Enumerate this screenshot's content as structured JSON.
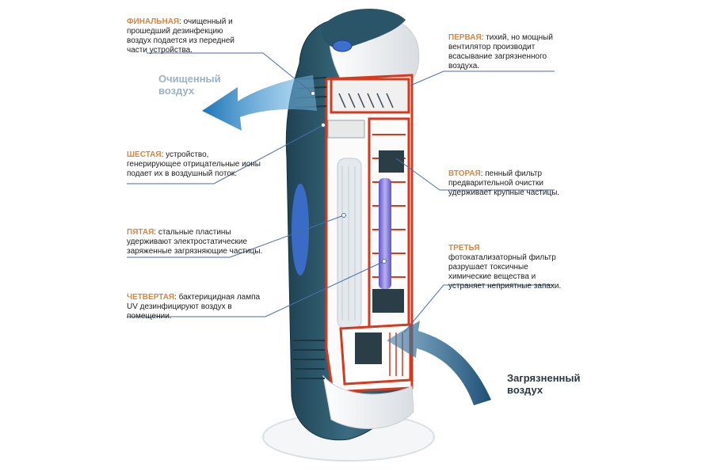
{
  "callouts": {
    "final": {
      "title": "ФИНАЛЬНАЯ",
      "text": ": очищенный и прошедший дезинфекцию воздух подается из передней части устройства."
    },
    "first": {
      "title": "ПЕРВАЯ",
      "text": ": тихий, но мощный вентилятор производит всасывание загрязненного воздуха."
    },
    "sixth": {
      "title": "ШЕСТАЯ",
      "text": ": устройство, генерирующее отрицательные ионы подает их в воздушный поток."
    },
    "second": {
      "title": "ВТОРАЯ",
      "text": ": пенный фильтр предварительной очистки удерживает крупные частицы."
    },
    "fifth": {
      "title": "ПЯТАЯ",
      "text": ": стальные пластины удерживают электростатические заряженные загрязняющие частицы."
    },
    "third": {
      "title": "ТРЕТЬЯ",
      "text": "фотокатализаторный фильтр разрушает токсичные химические вещества и устраняет неприятные запахи."
    },
    "fourth": {
      "title": "ЧЕТВЕРТАЯ",
      "text": ": бактерицидная лампа UV дезинфицируют воздух в помещении."
    }
  },
  "flows": {
    "clean": "Очищенный воздух",
    "dirty": "Загрязненный воздух"
  },
  "colors": {
    "body_teal": "#2f5a6d",
    "body_dark": "#1f4252",
    "shell_white": "#f2f4f6",
    "cutaway_red": "#d43a1d",
    "accent_blue": "#3d6fd0",
    "callout_title": "#d8863f",
    "clean_arrow": "#4b9bd8",
    "dirty_arrow": "#1e4f74",
    "uv_lamp": "#7b6dd6"
  }
}
